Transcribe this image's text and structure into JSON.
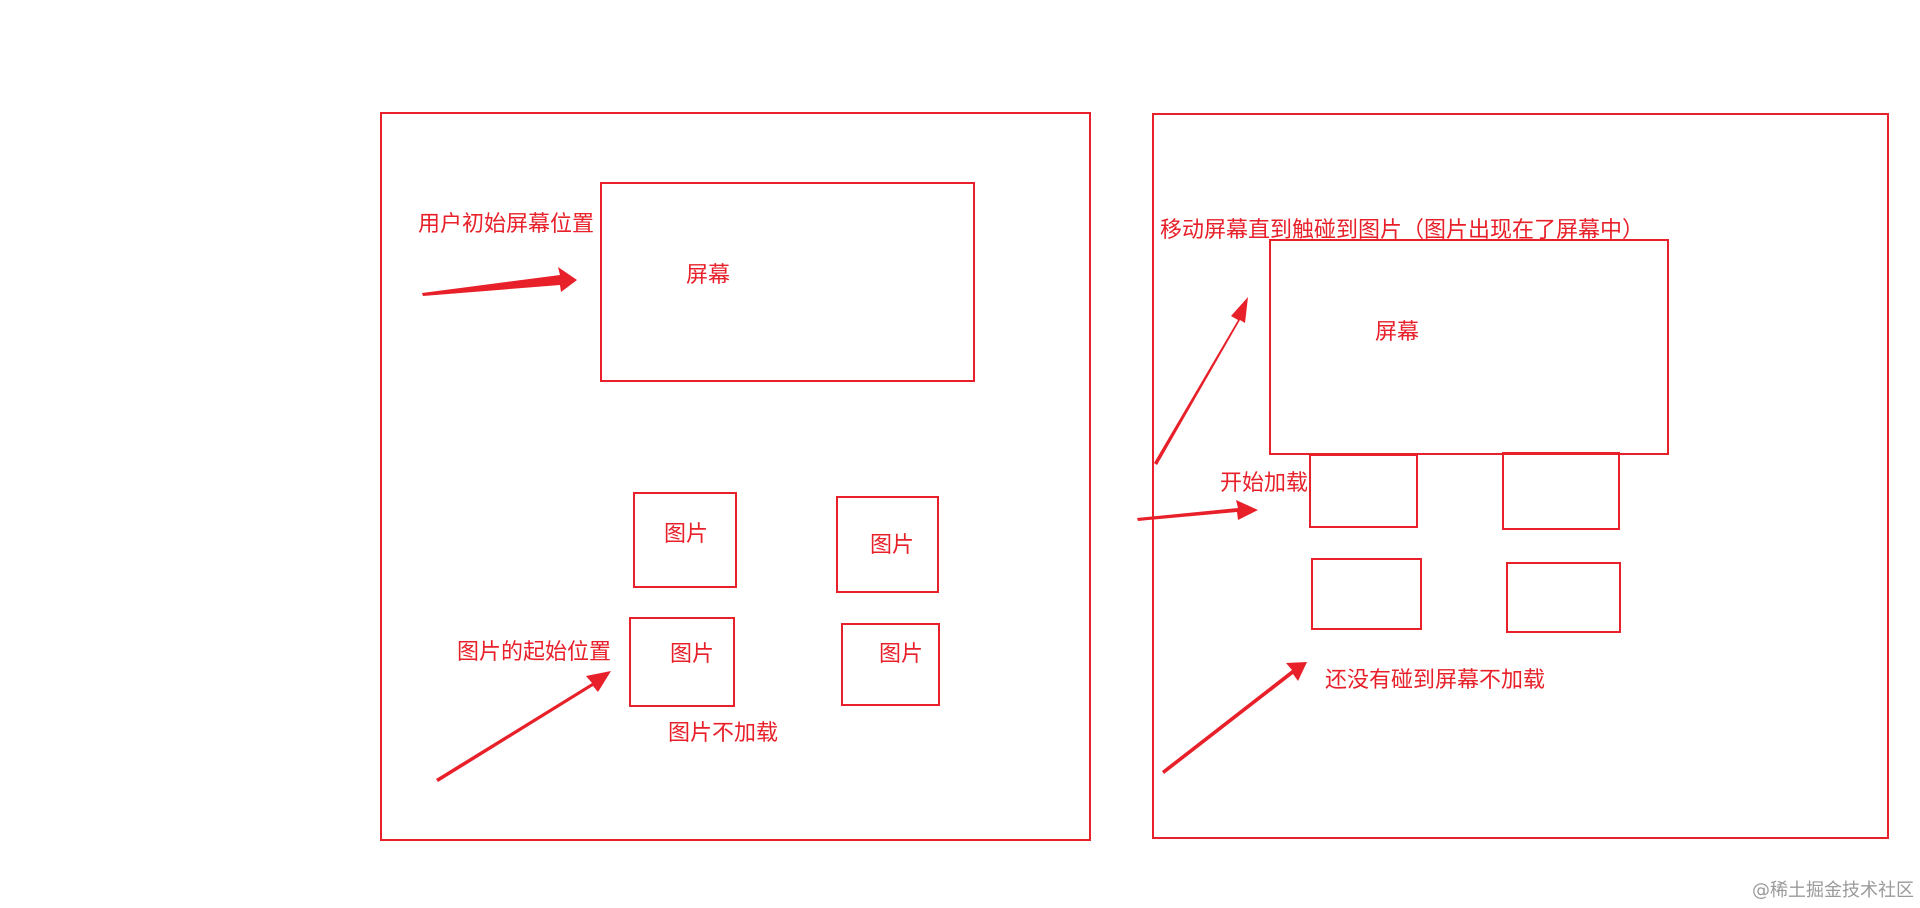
{
  "left_panel": {
    "screen_label": "屏幕",
    "user_initial_label": "用户初始屏幕位置",
    "image_label_1": "图片",
    "image_label_2": "图片",
    "image_label_3": "图片",
    "image_label_4": "图片",
    "image_start_label": "图片的起始位置",
    "image_not_load_label": "图片不加载"
  },
  "right_panel": {
    "move_screen_label": "移动屏幕直到触碰到图片（图片出现在了屏幕中）",
    "screen_label": "屏幕",
    "start_loading_label": "开始加载",
    "not_touched_label": "还没有碰到屏幕不加载"
  },
  "watermark": "@稀土掘金技术社区",
  "colors": {
    "stroke": "#e8202a",
    "watermark": "#9a9a9a"
  }
}
